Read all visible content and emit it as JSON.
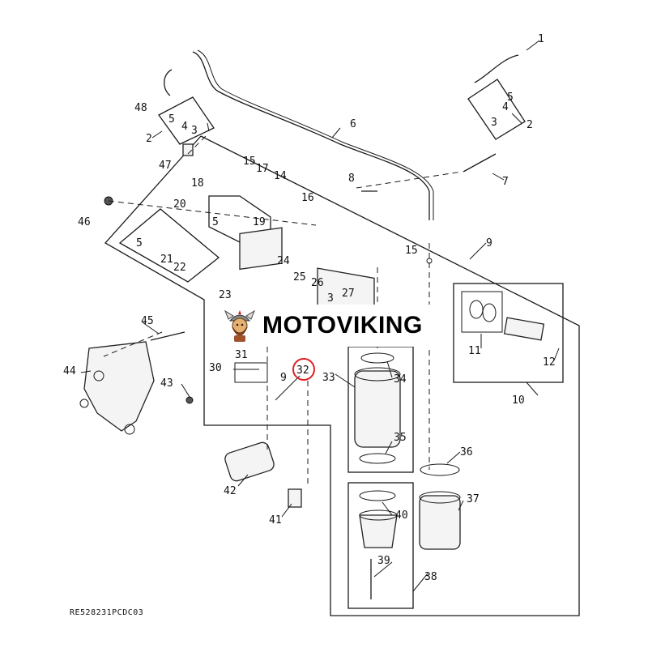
{
  "brand": {
    "name": "MOTOVIKING",
    "logo_icon": "viking-mascot-icon"
  },
  "drawing_ref": "RE528231PCDC03",
  "highlight": {
    "label": "32",
    "color": "#e02020"
  },
  "callouts": {
    "c1": "1",
    "c2a": "2",
    "c2b": "2",
    "c3a": "3",
    "c3b": "3",
    "c3c": "3",
    "c4a": "4",
    "c4b": "4",
    "c5a": "5",
    "c5b": "5",
    "c5c": "5",
    "c5d": "5",
    "c6": "6",
    "c7": "7",
    "c8": "8",
    "c9a": "9",
    "c9b": "9",
    "c10": "10",
    "c11": "11",
    "c12": "12",
    "c14": "14",
    "c15a": "15",
    "c15b": "15",
    "c16": "16",
    "c17": "17",
    "c18": "18",
    "c19": "19",
    "c20": "20",
    "c21": "21",
    "c22": "22",
    "c23": "23",
    "c24": "24",
    "c25": "25",
    "c26": "26",
    "c27": "27",
    "c30": "30",
    "c31": "31",
    "c33": "33",
    "c34": "34",
    "c35": "35",
    "c36": "36",
    "c37": "37",
    "c38": "38",
    "c39": "39",
    "c40": "40",
    "c41": "41",
    "c42": "42",
    "c43": "43",
    "c44": "44",
    "c45": "45",
    "c46": "46",
    "c47": "47",
    "c48": "48"
  }
}
